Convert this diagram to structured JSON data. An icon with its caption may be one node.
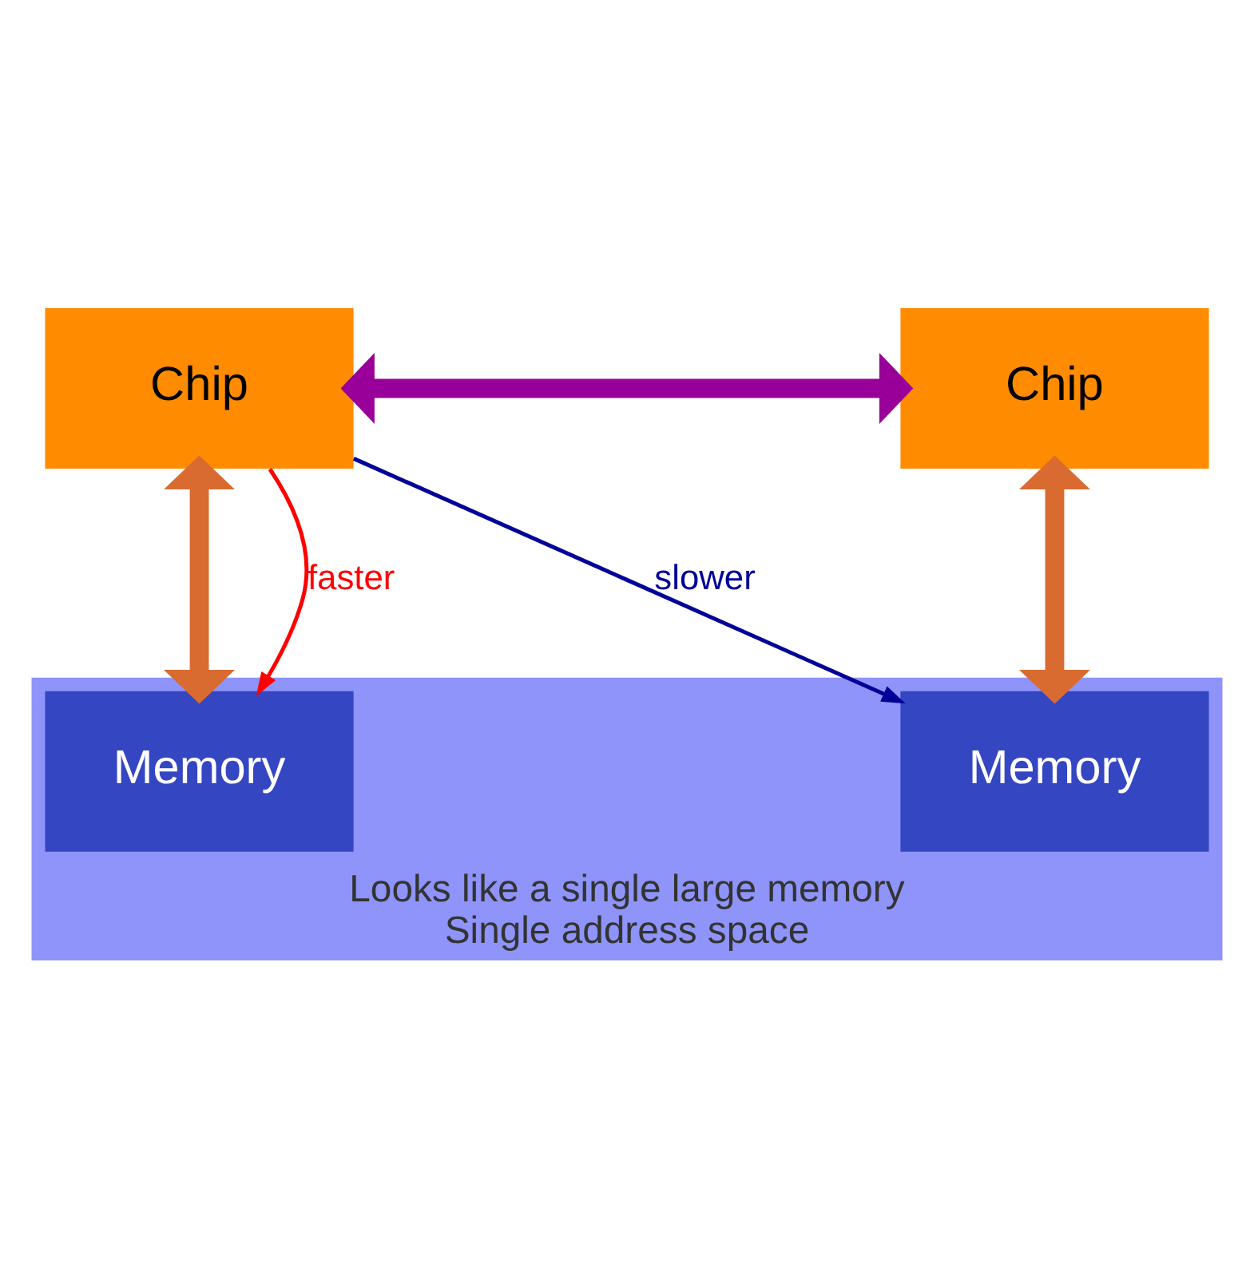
{
  "diagram": {
    "nodes": [
      {
        "text": [
          "Chip"
        ]
      },
      {
        "text": [
          "Chip"
        ]
      },
      {
        "text": [
          "Looks like a single large memory",
          "Single address space"
        ]
      },
      {
        "text": [
          "Memory"
        ],
        "in": 2
      },
      {
        "text": [
          "Memory"
        ],
        "in": 2
      }
    ],
    "edges": [
      {
        "from": 0,
        "to": 1,
        "arrow": "both",
        "color": "#990099"
      },
      {
        "from": 0,
        "to": 3,
        "arrow": "both",
        "color": "#d96b30"
      },
      {
        "from": 0,
        "to": 3,
        "arrow": "to",
        "label": "faster",
        "color": "#ff0000"
      },
      {
        "from": 0,
        "to": 4,
        "arrow": "to",
        "label": "slower",
        "color": "#000099"
      },
      {
        "from": 1,
        "to": 4,
        "arrow": "both",
        "color": "#d96b30"
      }
    ]
  }
}
